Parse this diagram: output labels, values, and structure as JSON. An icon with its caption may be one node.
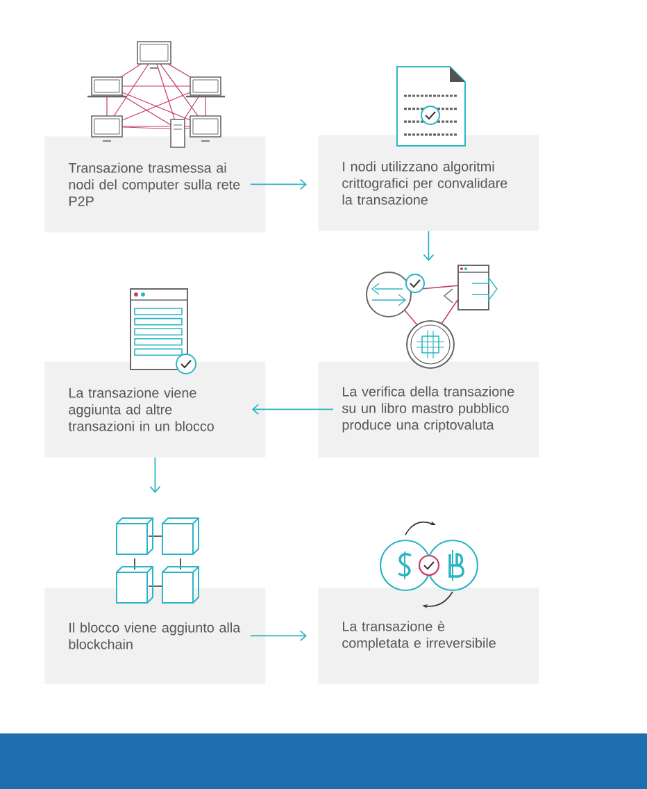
{
  "diagram": {
    "nodes": [
      {
        "text": [
          "Transazione trasmessa ai nodi del computer sulla rete P2P"
        ]
      },
      {
        "text": [
          "I nodi utilizzano algoritmi crittografici per convalidare la transazione"
        ]
      },
      {
        "text": [
          "La transazione viene aggiunta ad altre transazioni in un blocco"
        ]
      },
      {
        "text": [
          "La verifica della transazione su un libro mastro pubblico produce una criptovaluta"
        ]
      },
      {
        "text": [
          "Il blocco viene aggiunto alla blockchain"
        ]
      },
      {
        "text": [
          "La transazione è completata e irreversibile"
        ]
      }
    ],
    "edges": [
      {
        "from": 0,
        "to": 1,
        "arrow": "to"
      },
      {
        "from": 1,
        "to": 3,
        "arrow": "to"
      },
      {
        "from": 3,
        "to": 2,
        "arrow": "to"
      },
      {
        "from": 2,
        "to": 4,
        "arrow": "to"
      },
      {
        "from": 4,
        "to": 5,
        "arrow": "to"
      }
    ]
  }
}
